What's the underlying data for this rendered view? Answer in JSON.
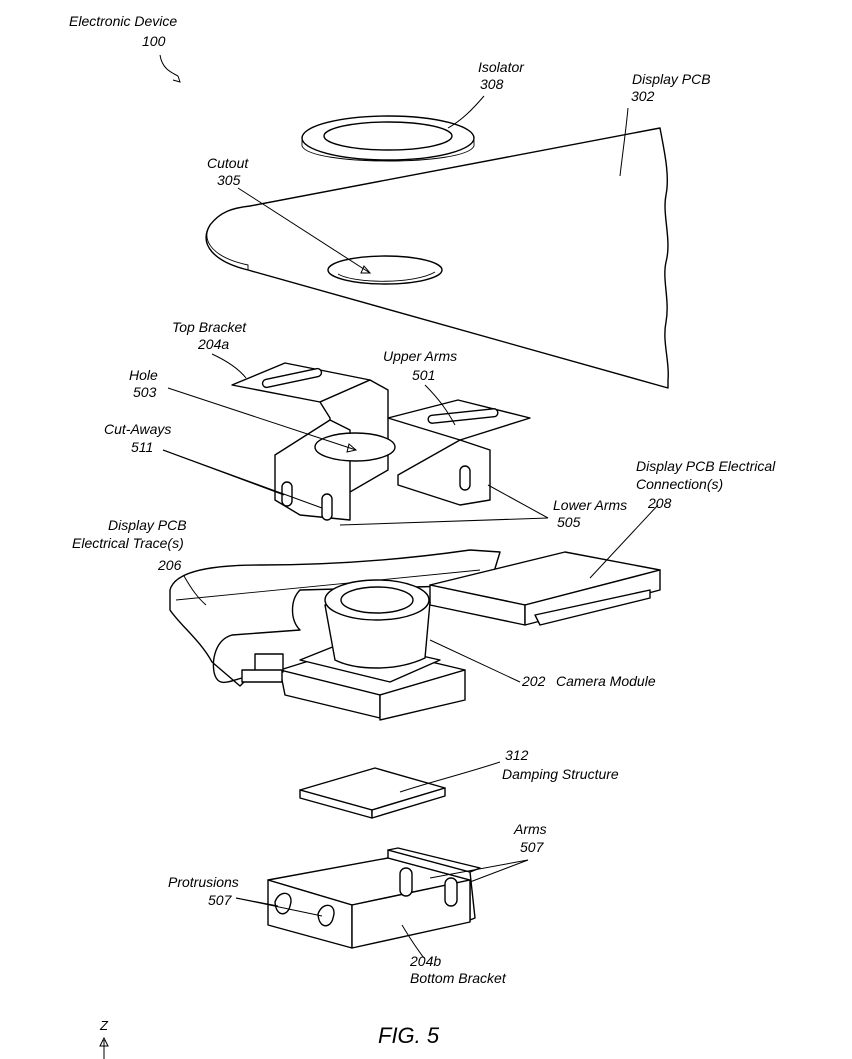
{
  "figure": {
    "title": "FIG. 5",
    "axis_label": "Z"
  },
  "labels": {
    "device": {
      "name": "Electronic Device",
      "number": "100"
    },
    "isolator": {
      "name": "Isolator",
      "number": "308"
    },
    "display_pcb": {
      "name": "Display PCB",
      "number": "302"
    },
    "cutout": {
      "name": "Cutout",
      "number": "305"
    },
    "top_bracket": {
      "name": "Top Bracket",
      "number": "204a"
    },
    "upper_arms": {
      "name": "Upper Arms",
      "number": "501"
    },
    "hole": {
      "name": "Hole",
      "number": "503"
    },
    "cut_aways": {
      "name": "Cut-Aways",
      "number": "511"
    },
    "electrical_connection": {
      "name_line1": "Display PCB Electrical",
      "name_line2": "Connection(s)",
      "number": "208"
    },
    "lower_arms": {
      "name": "Lower Arms",
      "number": "505"
    },
    "electrical_trace": {
      "name_line1": "Display PCB",
      "name_line2": "Electrical Trace(s)",
      "number": "206"
    },
    "camera_module": {
      "number": "202",
      "name": "Camera Module"
    },
    "damping": {
      "number": "312",
      "name": "Damping Structure"
    },
    "arms": {
      "name": "Arms",
      "number": "507"
    },
    "protrusions": {
      "name": "Protrusions",
      "number": "507"
    },
    "bottom_bracket": {
      "number": "204b",
      "name": "Bottom Bracket"
    }
  }
}
